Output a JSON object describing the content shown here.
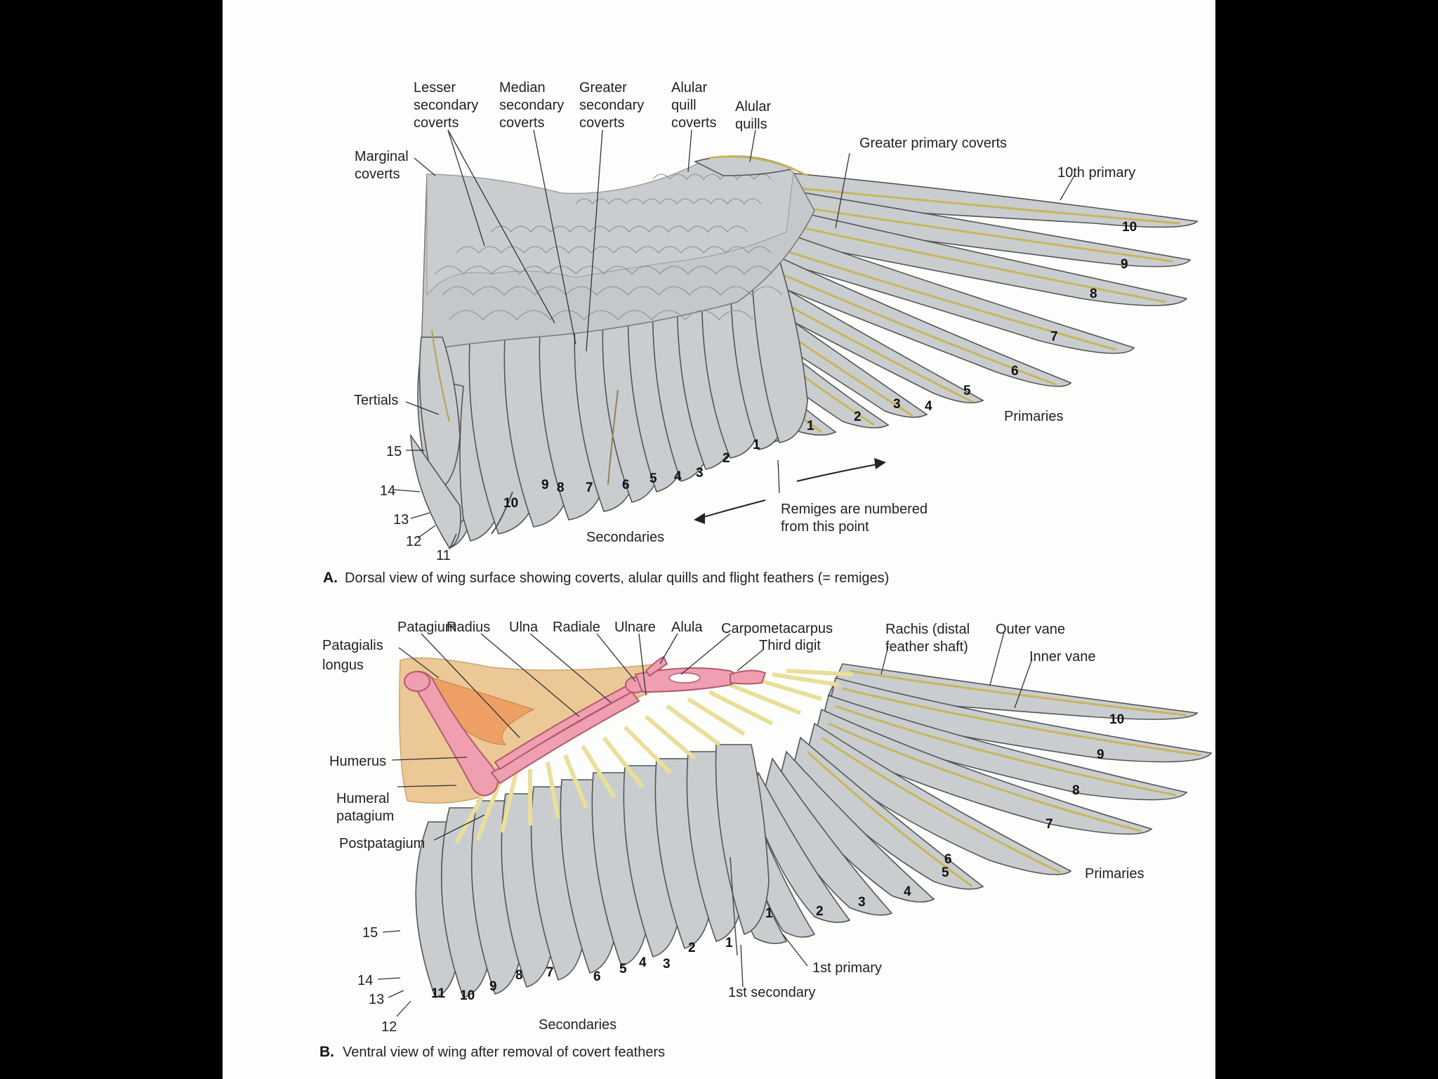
{
  "colors": {
    "feather": "#c9cdd0",
    "rachis": "#c9b55a",
    "bone": "#ef9fb0",
    "patagium": "#ecc897",
    "muscle": "#eea064"
  },
  "panel_a": {
    "labels": {
      "lesser": [
        "Lesser",
        "secondary",
        "coverts"
      ],
      "median": [
        "Median",
        "secondary",
        "coverts"
      ],
      "greater": [
        "Greater",
        "secondary",
        "coverts"
      ],
      "alular_coverts": [
        "Alular",
        "quill",
        "coverts"
      ],
      "alular_quills": [
        "Alular",
        "quills"
      ],
      "marginal": [
        "Marginal",
        "coverts"
      ],
      "greater_primary_coverts": "Greater primary coverts",
      "tenth_primary": "10th primary",
      "tertials": "Tertials",
      "primaries": "Primaries",
      "secondaries": "Secondaries",
      "remiges_note": [
        "Remiges are numbered",
        "from this point"
      ]
    },
    "primary_numbers": [
      "10",
      "9",
      "8",
      "7",
      "6",
      "5",
      "4",
      "3",
      "2",
      "1"
    ],
    "secondary_numbers": [
      "1",
      "2",
      "3",
      "4",
      "5",
      "6",
      "7",
      "8",
      "9",
      "10"
    ],
    "outer_numbers": [
      "15",
      "14",
      "13",
      "12",
      "11"
    ],
    "caption_letter": "A.",
    "caption": "Dorsal view of wing surface showing coverts, alular quills and flight feathers (= remiges)"
  },
  "panel_b": {
    "labels": {
      "patagium": "Patagium",
      "radius": "Radius",
      "ulna": "Ulna",
      "radiale": "Radiale",
      "ulnare": "Ulnare",
      "alula": "Alula",
      "carpometacarpus": "Carpometacarpus",
      "third_digit": "Third digit",
      "rachis": [
        "Rachis (distal",
        "feather shaft)"
      ],
      "outer_vane": "Outer vane",
      "inner_vane": "Inner vane",
      "patagialis": [
        "Patagialis",
        "longus"
      ],
      "humerus": "Humerus",
      "humeral_patagium": [
        "Humeral",
        "patagium"
      ],
      "postpatagium": "Postpatagium",
      "primaries": "Primaries",
      "first_primary": "1st primary",
      "first_secondary": "1st secondary",
      "secondaries": "Secondaries"
    },
    "primary_numbers": [
      "10",
      "9",
      "8",
      "7",
      "6",
      "5",
      "4",
      "3",
      "2",
      "1"
    ],
    "secondary_numbers": [
      "1",
      "2",
      "3",
      "4",
      "5",
      "6",
      "7",
      "8",
      "9",
      "10",
      "11"
    ],
    "outer_numbers": [
      "15",
      "14",
      "13",
      "12"
    ],
    "caption_letter": "B.",
    "caption": "Ventral view of wing after removal of covert feathers"
  }
}
